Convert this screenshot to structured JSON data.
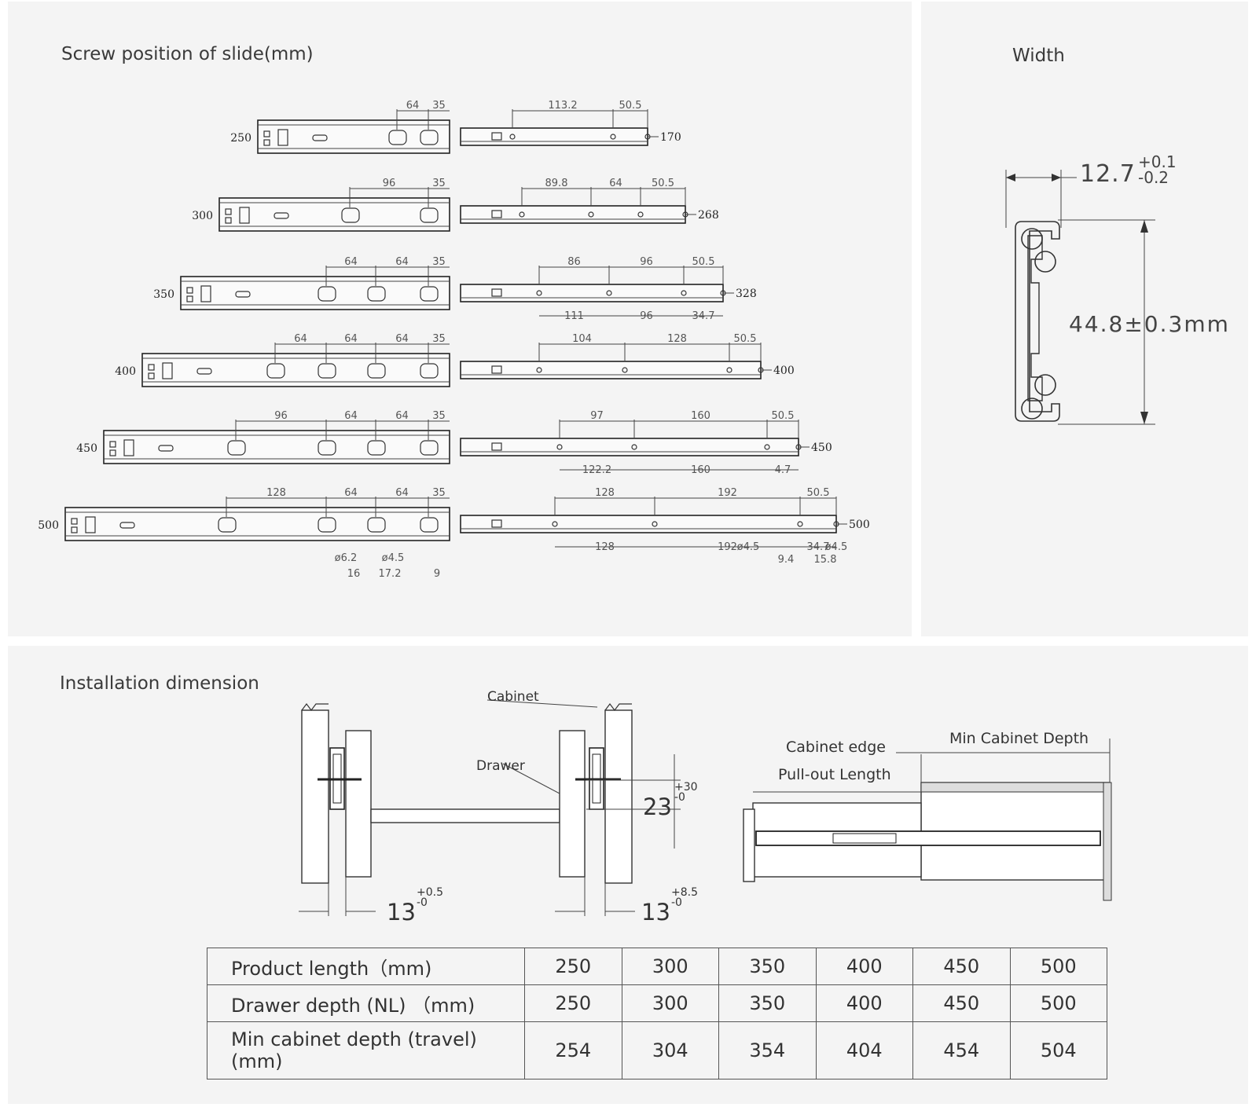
{
  "screw_section": {
    "title": "Screw position of slide(mm)",
    "rows": [
      {
        "length": "250",
        "left_dims": [
          "64",
          "35"
        ],
        "right_dims": [
          "113.2",
          "50.5"
        ],
        "bottom_dims": [],
        "end": "170"
      },
      {
        "length": "300",
        "left_dims": [
          "96",
          "35"
        ],
        "right_dims": [
          "89.8",
          "64",
          "50.5"
        ],
        "bottom_dims": [],
        "end": "268"
      },
      {
        "length": "350",
        "left_dims": [
          "64",
          "64",
          "35"
        ],
        "right_dims": [
          "86",
          "96",
          "50.5"
        ],
        "bottom_dims": [
          "111",
          "96",
          "34.7"
        ],
        "end": "328"
      },
      {
        "length": "400",
        "left_dims": [
          "64",
          "64",
          "64",
          "35"
        ],
        "right_dims": [
          "104",
          "128",
          "50.5"
        ],
        "bottom_dims": [],
        "end": "400"
      },
      {
        "length": "450",
        "left_dims": [
          "96",
          "64",
          "64",
          "35"
        ],
        "right_dims": [
          "97",
          "160",
          "50.5"
        ],
        "bottom_dims": [
          "122.2",
          "160",
          "4.7"
        ],
        "end": "450"
      },
      {
        "length": "500",
        "left_dims": [
          "128",
          "64",
          "64",
          "35"
        ],
        "right_dims": [
          "128",
          "192",
          "50.5"
        ],
        "bottom_dims": [
          "128",
          "192",
          "34.7"
        ],
        "end": "500"
      }
    ],
    "detail_labels": {
      "d1": "ø6.2",
      "d2": "ø4.5",
      "a": "16",
      "b": "17.2",
      "c": "9",
      "r1": "ø4.5",
      "r2": "ø4.5",
      "r3": "9.4",
      "r4": "15.8"
    }
  },
  "width_section": {
    "title": "Width",
    "width_value": "12.7",
    "width_tol_plus": "+0.1",
    "width_tol_minus": "-0.2",
    "height_value": "44.8±0.3mm"
  },
  "install_section": {
    "title": "Installation dimension",
    "cabinet_label": "Cabinet",
    "drawer_label": "Drawer",
    "gap_value": "23",
    "gap_tol_plus": "+30",
    "gap_tol_minus": "-0",
    "left_clear": "13",
    "left_clear_plus": "+0.5",
    "left_clear_minus": "-0",
    "right_clear": "13",
    "right_clear_plus": "+8.5",
    "right_clear_minus": "-0",
    "cabinet_edge": "Cabinet edge",
    "pull_out": "Pull-out Length",
    "min_cabinet_depth": "Min Cabinet Depth"
  },
  "table": {
    "headers": [
      "Product length（mm)",
      "Drawer depth (NL) （mm)",
      "Min cabinet depth (travel) (mm)"
    ],
    "rows": [
      [
        "250",
        "300",
        "350",
        "400",
        "450",
        "500"
      ],
      [
        "250",
        "300",
        "350",
        "400",
        "450",
        "500"
      ],
      [
        "254",
        "304",
        "354",
        "404",
        "454",
        "504"
      ]
    ]
  }
}
